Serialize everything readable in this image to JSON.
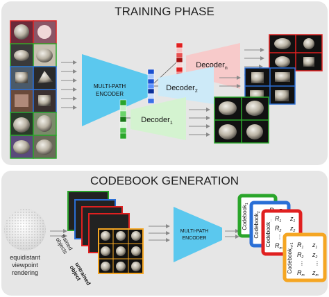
{
  "training": {
    "title": "TRAINING PHASE",
    "encoder_line1": "MULTI-PATH",
    "encoder_line2": "ENCODER",
    "decoder1": "Decoder",
    "decoder1_sub": "1",
    "decoder2": "Decoder",
    "decoder2_sub": "2",
    "decodern": "Decoder",
    "decodern_sub": "n"
  },
  "codebook": {
    "title": "CODEBOOK GENERATION",
    "sphere_caption_1": "equidistant",
    "sphere_caption_2": "viewpoint",
    "sphere_caption_3": "rendering",
    "trained_label_1": "trained",
    "trained_label_2": "objects",
    "untrained_label_1": "untrained",
    "untrained_label_2": "object",
    "encoder_line1": "MULTI-PATH",
    "encoder_line2": "ENCODER",
    "card_title_1": "Codebook",
    "card_sub_1": "1",
    "card_title_2": "Codebook",
    "card_sub_2": "2",
    "card_title_3": "Codebook",
    "card_sub_3": "...",
    "card_title_4": "Codebook",
    "card_sub_4": "n+1",
    "r1": "R",
    "r1_sub": "1",
    "r2": "R",
    "r2_sub": "2",
    "rm": "R",
    "rm_sub": "m",
    "z1": "z",
    "z1_sub": "1",
    "z2": "z",
    "z2_sub": "2",
    "zm": "z",
    "zm_sub": "m",
    "dots": "⋮"
  },
  "colors": {
    "panel": "#e6e6e6",
    "encoder": "#5bc8ee",
    "decoder1": "#d4f3d0",
    "decoder2": "#cdeaf8",
    "decodern": "#f7caca",
    "green": "#2aa52a",
    "blue": "#2a6fd6",
    "red": "#e02020",
    "orange": "#f5a623"
  }
}
